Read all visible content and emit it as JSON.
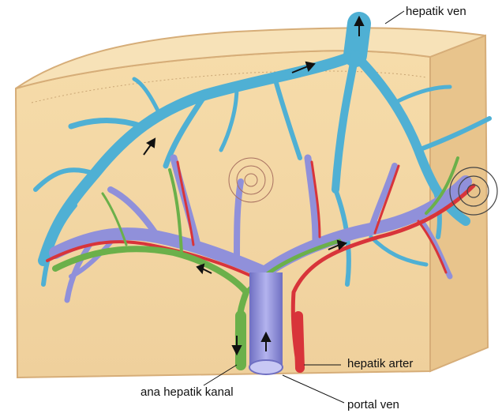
{
  "labels": {
    "hepatic_vein": "hepatik ven",
    "hepatic_artery": "hepatik arter",
    "common_hepatic_duct": "ana hepatik kanal",
    "portal_vein": "portal ven"
  },
  "colors": {
    "liver_tissue": "#f3d7a6",
    "liver_edge": "#d9b27d",
    "hepatic_vein": "#4fb0d4",
    "portal_vein": "#8f8fd8",
    "hepatic_artery": "#d8343a",
    "bile_duct": "#6bb04a"
  }
}
